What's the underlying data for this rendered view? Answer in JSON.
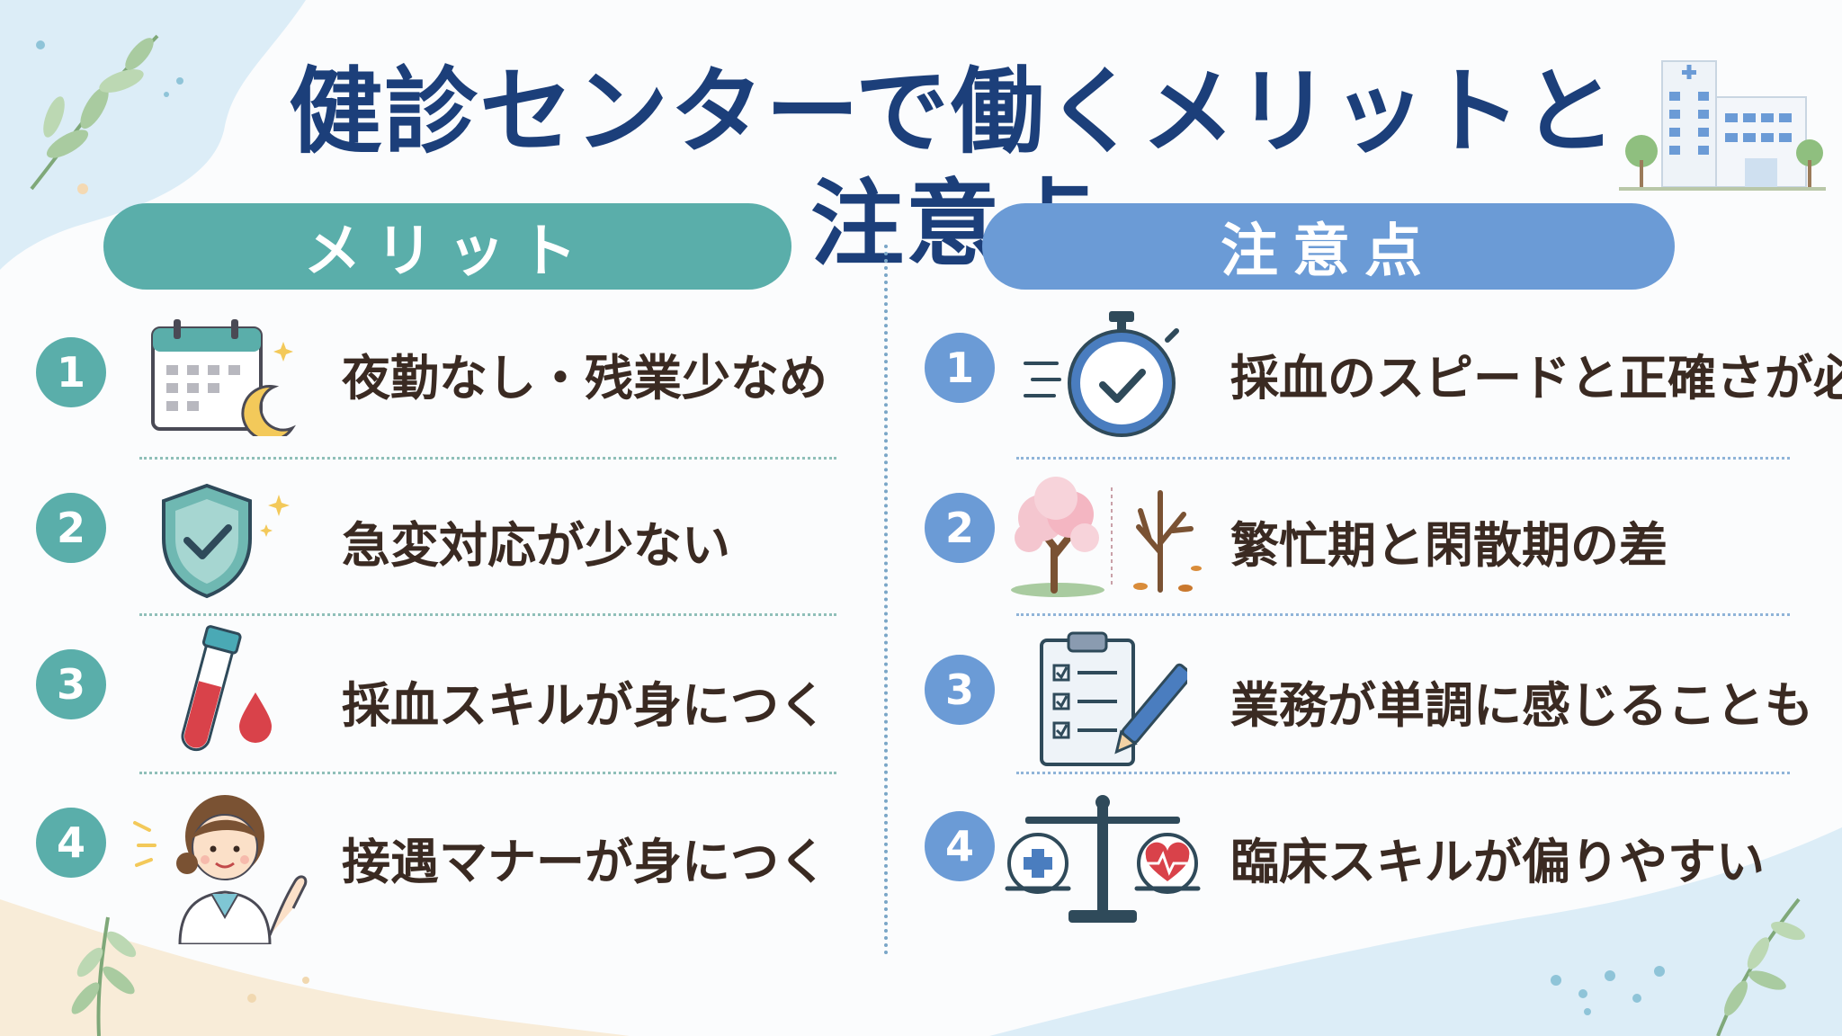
{
  "title": "健診センターで働くメリットと注意点",
  "merits": {
    "header": "メリット",
    "items": [
      {
        "number": "1",
        "label": "夜勤なし・残業少なめ",
        "icon": "calendar-moon-icon"
      },
      {
        "number": "2",
        "label": "急変対応が少ない",
        "icon": "shield-check-icon"
      },
      {
        "number": "3",
        "label": "採血スキルが身につく",
        "icon": "blood-tube-icon"
      },
      {
        "number": "4",
        "label": "接遇マナーが身につく",
        "icon": "nurse-greeting-icon"
      }
    ]
  },
  "cautions": {
    "header": "注意点",
    "items": [
      {
        "number": "1",
        "label": "採血のスピードと正確さが必要",
        "icon": "stopwatch-icon"
      },
      {
        "number": "2",
        "label": "繁忙期と閑散期の差",
        "icon": "seasonal-trees-icon"
      },
      {
        "number": "3",
        "label": "業務が単調に感じることも",
        "icon": "clipboard-checklist-icon"
      },
      {
        "number": "4",
        "label": "臨床スキルが偏りやすい",
        "icon": "balance-scale-icon"
      }
    ]
  },
  "colors": {
    "title": "#1c3f7a",
    "merit_accent": "#5aaeaa",
    "caution_accent": "#6b9bd6",
    "label_text": "#3a2a22"
  }
}
